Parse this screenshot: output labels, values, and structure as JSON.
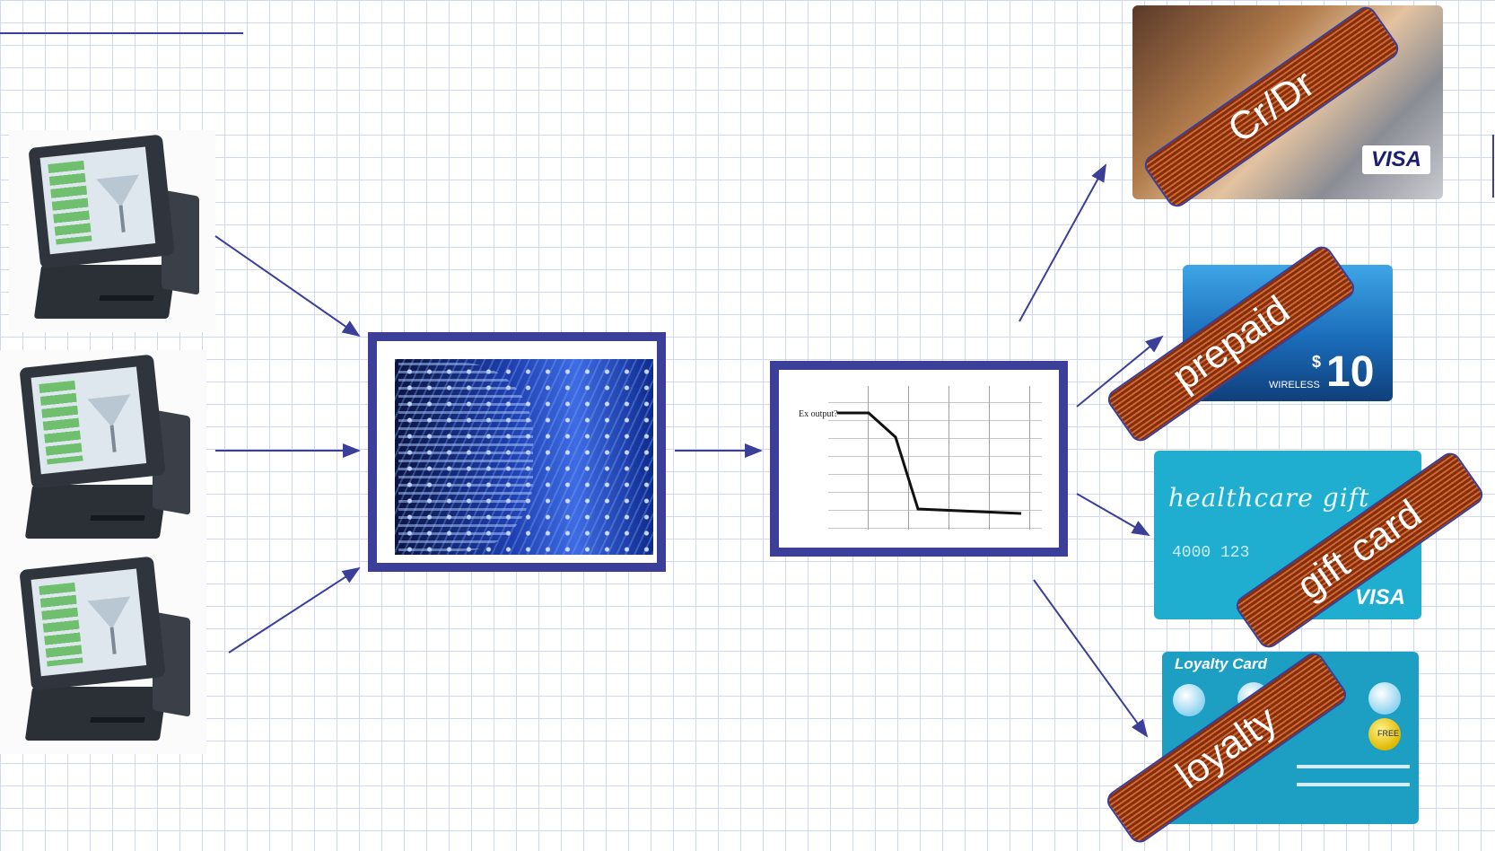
{
  "banners": {
    "credit": "Cr/Dr",
    "prepaid": "prepaid",
    "gift": "gift card",
    "loyalty": "loyalty"
  },
  "colors": {
    "frame": "#3b3f99",
    "arrow": "#3b3f99",
    "grid": "#cfd8ef",
    "banner": "#8a2c06"
  },
  "cards": {
    "credit": {
      "brand": "VISA"
    },
    "prepaid": {
      "amount": "10",
      "footer": "WIRELESS"
    },
    "gift": {
      "title": "healthcare gift",
      "number": "4000 123",
      "brand": "VISA"
    },
    "loyalty": {
      "title": "Loyalty Card",
      "badge": "FREE"
    }
  },
  "network": {
    "label": "Ex output?"
  }
}
